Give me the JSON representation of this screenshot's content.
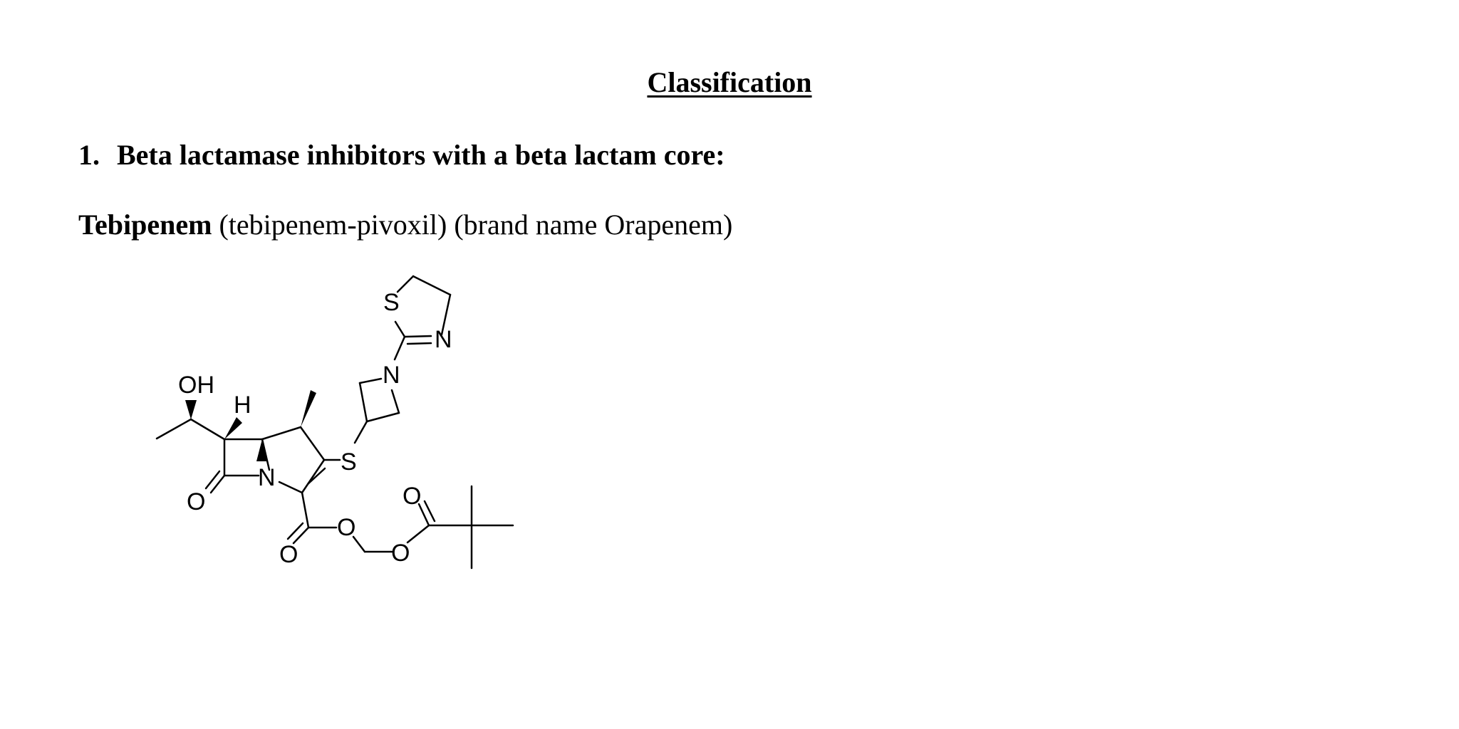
{
  "document": {
    "title": "Classification",
    "section": {
      "number": "1.",
      "heading": "Beta lactamase inhibitors with a beta lactam core:"
    },
    "drug": {
      "name": "Tebipenem",
      "synonym": "(tebipenem-pivoxil)",
      "brand": "(brand name Orapenem)"
    },
    "structure_labels": {
      "oh": "OH",
      "h": "H",
      "n_ring": "N",
      "s_link": "S",
      "n_azetidine": "N",
      "s_thiazoline": "S",
      "n_thiazoline": "N",
      "o_lactam": "O",
      "o_carbonyl": "O",
      "o_ester": "O",
      "o_ester2": "O",
      "o_pivaloyl": "O"
    }
  }
}
